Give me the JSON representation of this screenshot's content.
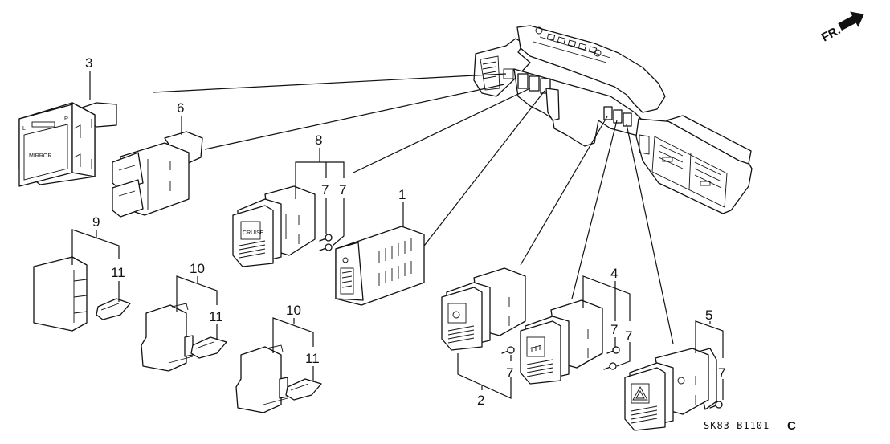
{
  "diagram": {
    "type": "exploded-parts-diagram",
    "subject": "Dashboard switches",
    "reference_code": "SK83-B1101",
    "reference_suffix": "C",
    "direction_marker": "FR.",
    "parts": [
      {
        "callout": "1",
        "label_text": "",
        "description": "dimmer-switch"
      },
      {
        "callout": "2",
        "label_text": "",
        "description": "fog-light-switch"
      },
      {
        "callout": "3",
        "label_text": "MIRROR",
        "description": "mirror-switch",
        "side_labels": [
          "L",
          "R"
        ]
      },
      {
        "callout": "4",
        "label_text": "",
        "description": "rear-defroster-switch"
      },
      {
        "callout": "5",
        "label_text": "",
        "description": "hazard-switch"
      },
      {
        "callout": "6",
        "label_text": "",
        "description": "trunk-hood-opener-switch"
      },
      {
        "callout": "7",
        "label_text": "",
        "description": "bulb"
      },
      {
        "callout": "8",
        "label_text": "CRUISE",
        "description": "cruise-switch"
      },
      {
        "callout": "9",
        "label_text": "",
        "description": "blank-cover"
      },
      {
        "callout": "10",
        "label_text": "",
        "description": "switch-cover"
      },
      {
        "callout": "11",
        "label_text": "",
        "description": "clip"
      }
    ],
    "callouts": {
      "c1": "1",
      "c2": "2",
      "c3": "3",
      "c4": "4",
      "c5": "5",
      "c6": "6",
      "c7a": "7",
      "c7b": "7",
      "c7c": "7",
      "c7d": "7",
      "c7e": "7",
      "c7f": "7",
      "c8": "8",
      "c9": "9",
      "c10a": "10",
      "c10b": "10",
      "c11a": "11",
      "c11b": "11",
      "c11c": "11"
    },
    "mirror_left": "L",
    "mirror_right": "R",
    "mirror_label": "MIRROR",
    "cruise_label": "CRUISE"
  }
}
